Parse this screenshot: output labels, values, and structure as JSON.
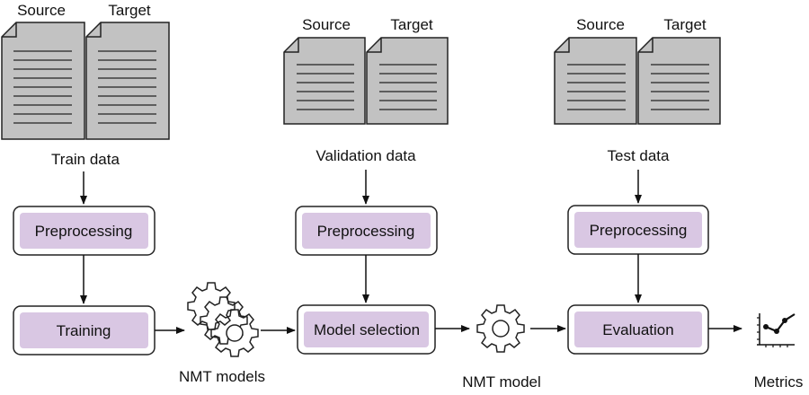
{
  "colors": {
    "document_fill": "#c2c2c2",
    "document_stroke": "#222222",
    "box_outer_fill": "#ffffff",
    "box_inner_fill": "#d9c7e3",
    "arrow": "#111111",
    "gear_fill": "#ffffff",
    "gear_stroke": "#222222"
  },
  "train": {
    "source_label": "Source",
    "target_label": "Target",
    "data_label": "Train data",
    "preprocess_label": "Preprocessing",
    "stage_label": "Training"
  },
  "validation": {
    "source_label": "Source",
    "target_label": "Target",
    "data_label": "Validation data",
    "preprocess_label": "Preprocessing",
    "stage_label": "Model selection"
  },
  "test": {
    "source_label": "Source",
    "target_label": "Target",
    "data_label": "Test data",
    "preprocess_label": "Preprocessing",
    "stage_label": "Evaluation"
  },
  "artifacts": {
    "models_label": "NMT models",
    "model_label": "NMT model",
    "metrics_label": "Metrics"
  },
  "icons": [
    "document-icon",
    "gears-icon",
    "gear-icon",
    "metrics-chart-icon"
  ]
}
